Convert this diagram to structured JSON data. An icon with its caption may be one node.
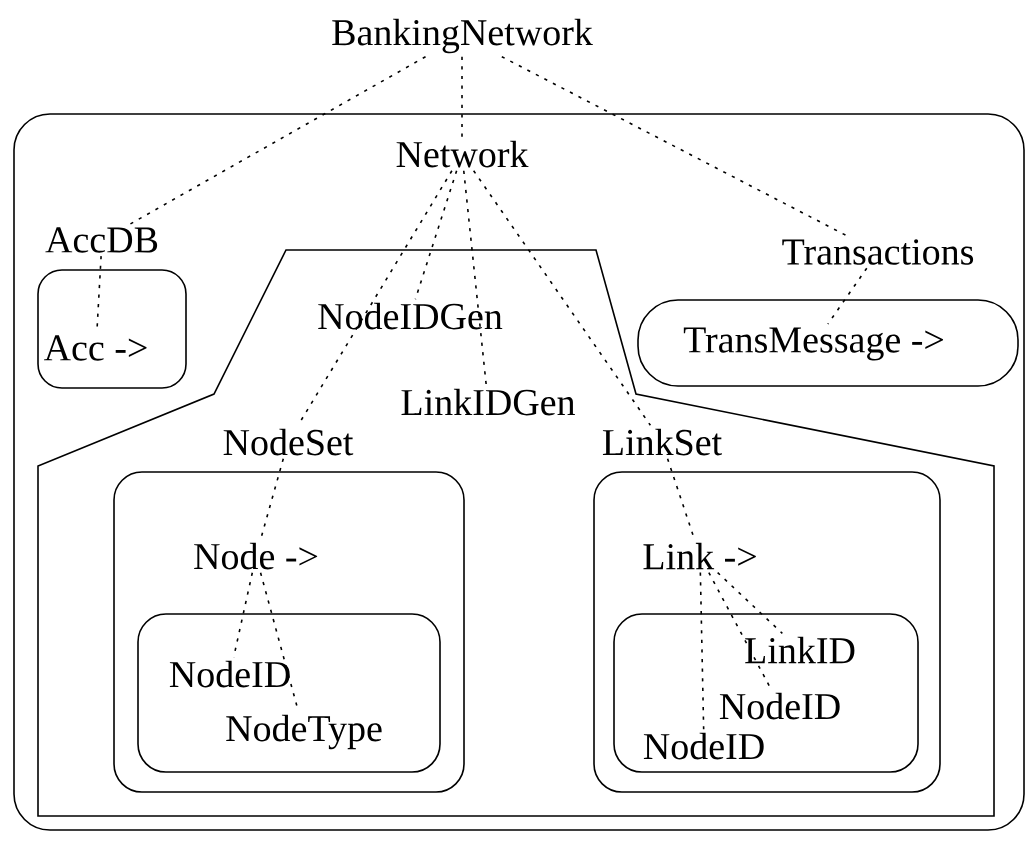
{
  "diagram": {
    "nodes": [
      {
        "text": [
          "BankingNetwork"
        ]
      },
      {
        "text": [],
        "shape": "box"
      },
      {
        "text": [
          "Network"
        ],
        "in": 1
      },
      {
        "text": [
          "AccDB"
        ],
        "in": 1
      },
      {
        "text": [],
        "shape": "box",
        "in": 1
      },
      {
        "text": [
          "Acc ->"
        ],
        "in": 4
      },
      {
        "text": [
          "Transactions"
        ],
        "in": 1
      },
      {
        "text": [],
        "shape": "box",
        "in": 1
      },
      {
        "text": [
          "TransMessage ->"
        ],
        "in": 7
      },
      {
        "text": [],
        "shape": "polygon",
        "in": 1
      },
      {
        "text": [
          "NodeIDGen"
        ],
        "in": 9
      },
      {
        "text": [
          "LinkIDGen"
        ],
        "in": 9
      },
      {
        "text": [
          "NodeSet"
        ],
        "in": 9
      },
      {
        "text": [],
        "shape": "box",
        "in": 9
      },
      {
        "text": [
          "Node ->"
        ],
        "in": 13
      },
      {
        "text": [],
        "shape": "box",
        "in": 13
      },
      {
        "text": [
          "NodeID"
        ],
        "in": 15
      },
      {
        "text": [
          "NodeType"
        ],
        "in": 15
      },
      {
        "text": [
          "LinkSet"
        ],
        "in": 9
      },
      {
        "text": [],
        "shape": "box",
        "in": 9
      },
      {
        "text": [
          "Link ->"
        ],
        "in": 19
      },
      {
        "text": [],
        "shape": "box",
        "in": 19
      },
      {
        "text": [
          "LinkID"
        ],
        "in": 21
      },
      {
        "text": [
          "NodeID"
        ],
        "in": 21
      },
      {
        "text": [
          "NodeID"
        ],
        "in": 21
      }
    ],
    "edges": [
      {
        "from": 0,
        "to": 3,
        "arrow": "none"
      },
      {
        "from": 0,
        "to": 2,
        "arrow": "none"
      },
      {
        "from": 0,
        "to": 6,
        "arrow": "none"
      },
      {
        "from": 2,
        "to": 12,
        "arrow": "none"
      },
      {
        "from": 2,
        "to": 10,
        "arrow": "none"
      },
      {
        "from": 2,
        "to": 11,
        "arrow": "none"
      },
      {
        "from": 2,
        "to": 18,
        "arrow": "none"
      },
      {
        "from": 3,
        "to": 5,
        "arrow": "none"
      },
      {
        "from": 6,
        "to": 8,
        "arrow": "none"
      },
      {
        "from": 12,
        "to": 14,
        "arrow": "none"
      },
      {
        "from": 14,
        "to": 16,
        "arrow": "none"
      },
      {
        "from": 14,
        "to": 17,
        "arrow": "none"
      },
      {
        "from": 18,
        "to": 20,
        "arrow": "none"
      },
      {
        "from": 20,
        "to": 24,
        "arrow": "none"
      },
      {
        "from": 20,
        "to": 23,
        "arrow": "none"
      },
      {
        "from": 20,
        "to": 22,
        "arrow": "none"
      }
    ]
  }
}
